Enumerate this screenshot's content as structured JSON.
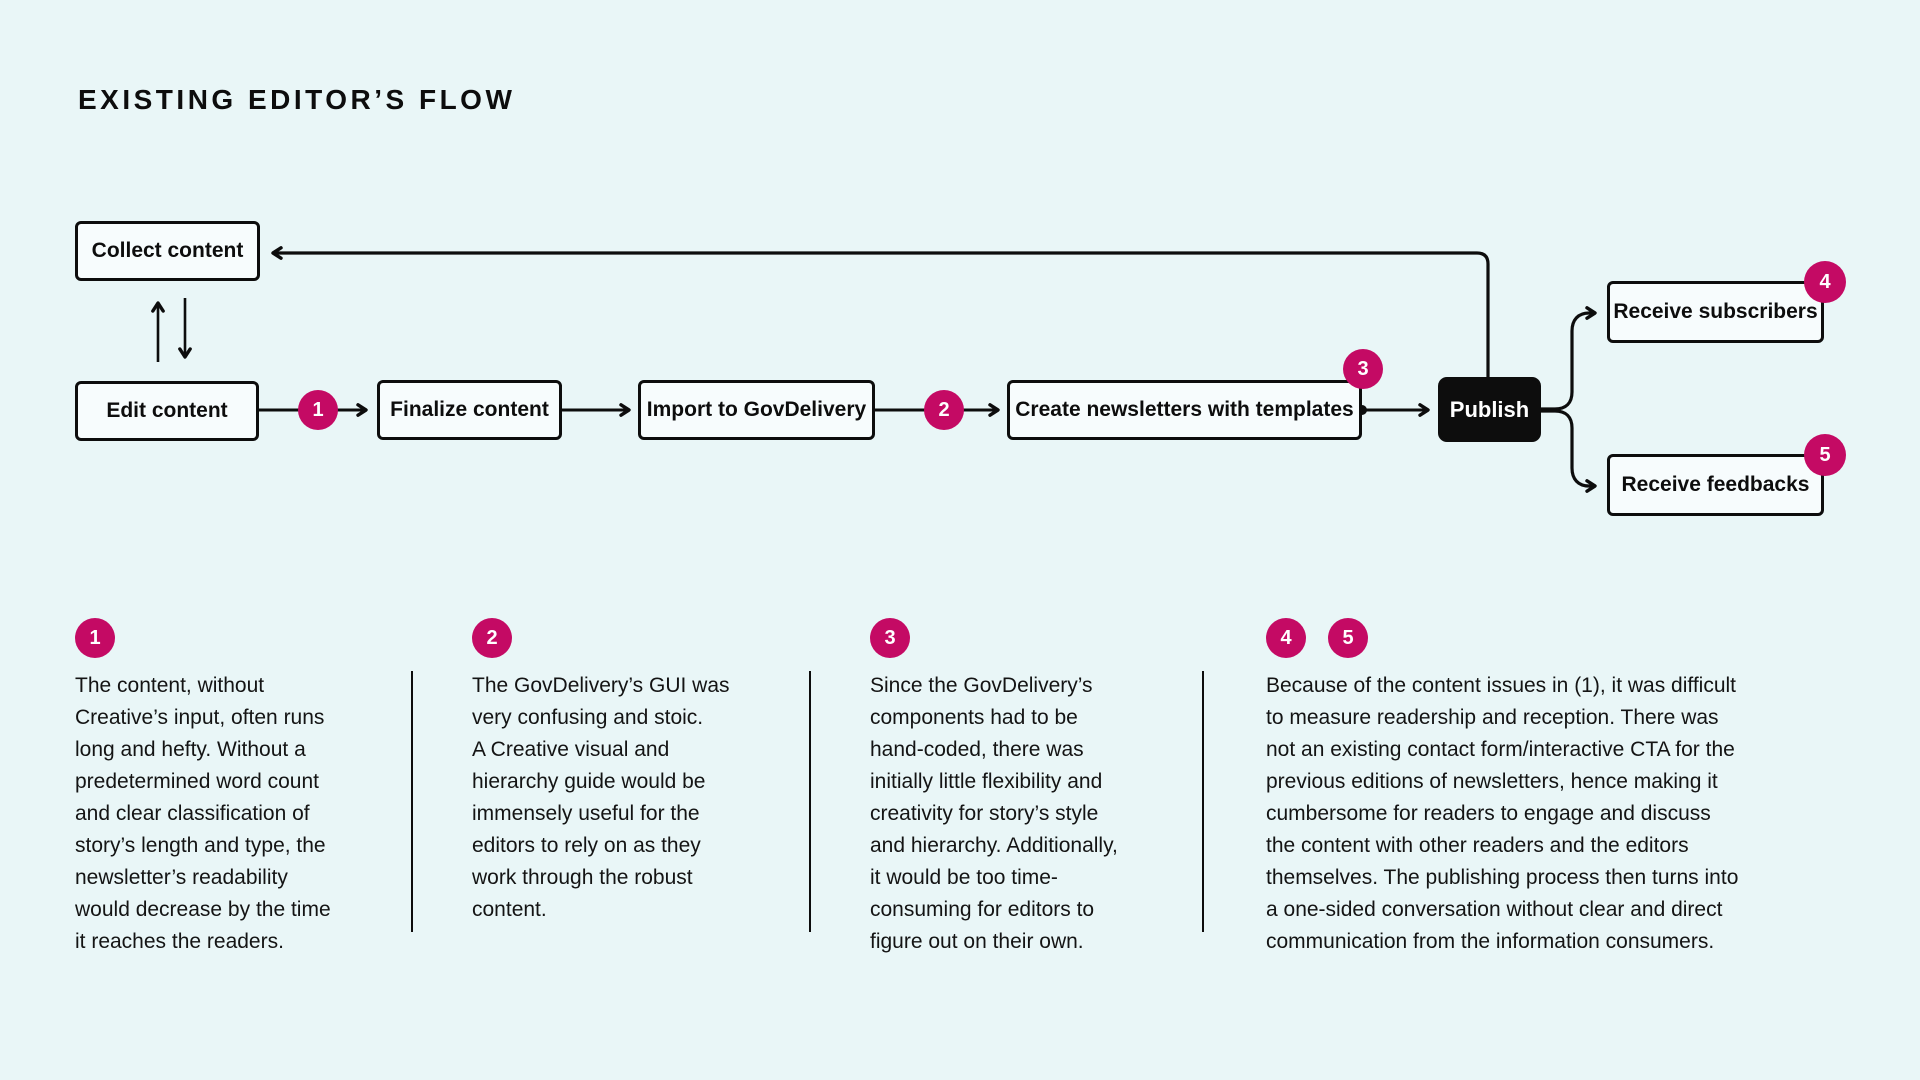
{
  "page": {
    "title": "EXISTING EDITOR’S FLOW"
  },
  "colors": {
    "background": "#E9F6F7",
    "node_fill": "#F7FCFD",
    "line": "#0D0D0D",
    "accent": "#C40A64",
    "publish_fill": "#0D0D0D",
    "publish_text": "#FFFFFF"
  },
  "flow": {
    "nodes": {
      "collect": {
        "label": "Collect content"
      },
      "edit": {
        "label": "Edit content"
      },
      "finalize": {
        "label": "Finalize content"
      },
      "import": {
        "label": "Import to GovDelivery"
      },
      "create": {
        "label": "Create newsletters with templates",
        "badge": "3"
      },
      "publish": {
        "label": "Publish"
      },
      "subscribers": {
        "label": "Receive subscribers",
        "badge": "4"
      },
      "feedbacks": {
        "label": "Receive feedbacks",
        "badge": "5"
      }
    },
    "connector_badges": {
      "edit_to_finalize": "1",
      "import_to_create": "2"
    }
  },
  "notes": {
    "note1": {
      "badge": "1",
      "text": "The content, without\nCreative’s input, often runs\nlong and hefty. Without a\npredetermined word count\nand clear classification of\nstory’s length and type, the\nnewsletter’s readability\nwould decrease by the time\nit reaches the readers."
    },
    "note2": {
      "badge": "2",
      "text": "The GovDelivery’s GUI was\nvery confusing and stoic.\nA Creative visual and\nhierarchy guide would be\nimmensely useful for the\neditors to rely on as they\nwork through the robust\ncontent."
    },
    "note3": {
      "badge": "3",
      "text": "Since the GovDelivery’s\ncomponents had to be\nhand-coded, there was\ninitially little flexibility and\ncreativity for story’s style\nand hierarchy. Additionally,\nit would be too time-\nconsuming for editors to\nfigure out on their own."
    },
    "note45": {
      "badge_a": "4",
      "badge_b": "5",
      "text": "Because of the content issues in (1), it was difficult\nto measure readership and reception. There was\nnot an existing contact form/interactive CTA for the\nprevious editions of newsletters, hence making it\ncumbersome for readers to engage and discuss\nthe content with other readers and the editors\nthemselves. The publishing process then turns into\na one-sided conversation without clear and direct\ncommunication from the information consumers."
    }
  }
}
